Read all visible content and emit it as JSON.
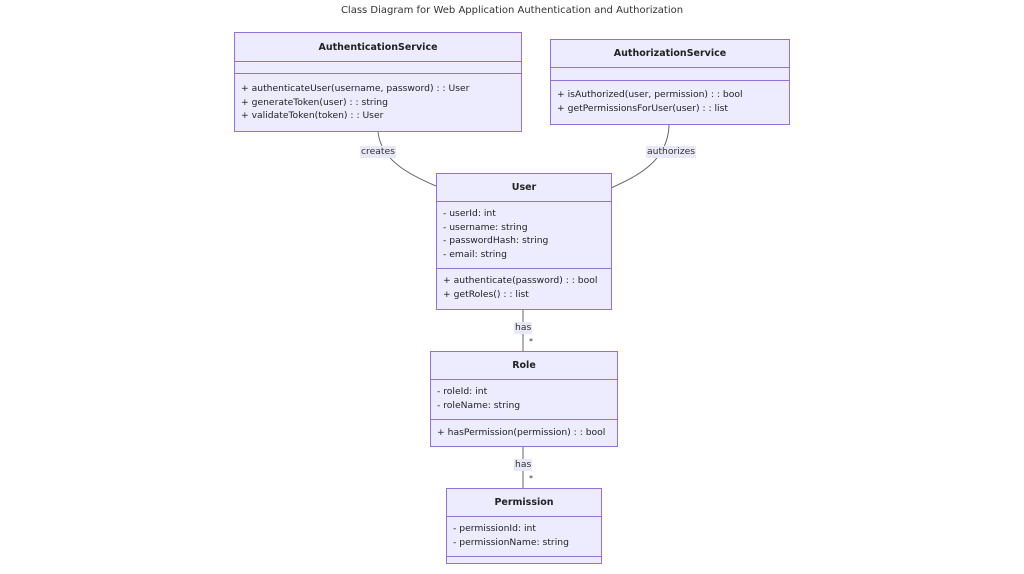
{
  "title": "Class Diagram for Web Application Authentication and Authorization",
  "classes": {
    "auth_service": {
      "name": "AuthenticationService",
      "attributes": [],
      "methods": [
        "+ authenticateUser(username, password) : : User",
        "+ generateToken(user) : : string",
        "+ validateToken(token) : : User"
      ]
    },
    "authz_service": {
      "name": "AuthorizationService",
      "attributes": [],
      "methods": [
        "+ isAuthorized(user, permission) : : bool",
        "+ getPermissionsForUser(user) : : list"
      ]
    },
    "user": {
      "name": "User",
      "attributes": [
        "- userId: int",
        "- username: string",
        "- passwordHash: string",
        "- email: string"
      ],
      "methods": [
        "+ authenticate(password) : : bool",
        "+ getRoles() : : list"
      ]
    },
    "role": {
      "name": "Role",
      "attributes": [
        "- roleId: int",
        "- roleName: string"
      ],
      "methods": [
        "+ hasPermission(permission) : : bool"
      ]
    },
    "permission": {
      "name": "Permission",
      "attributes": [
        "- permissionId: int",
        "- permissionName: string"
      ],
      "methods": []
    }
  },
  "relations": {
    "creates": "creates",
    "authorizes": "authorizes",
    "user_role": "has",
    "user_role_mult": "*",
    "role_perm": "has",
    "role_perm_mult": "*"
  },
  "colors": {
    "fill": "#ececfe",
    "stroke": "#9370db",
    "line": "#666666"
  }
}
